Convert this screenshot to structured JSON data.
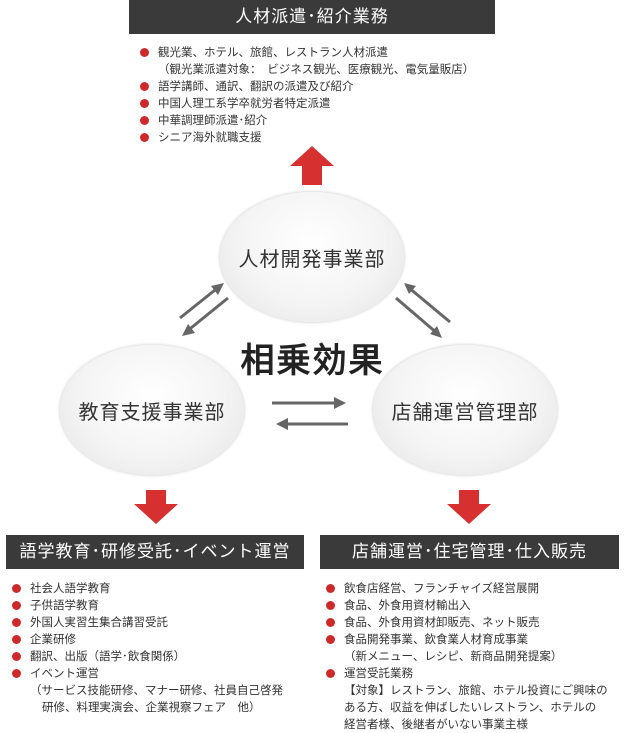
{
  "top_section": {
    "header": "人材派遣･紹介業務",
    "items": [
      "観光業、ホテル、旅館、レストラン人材派遣",
      "中国人理工系学卒就労者特定派遣",
      "語学講師、通訳、翻訳の派遣及び紹介",
      "中華調理師派遣･紹介",
      "シニア海外就職支援"
    ],
    "sub_note": "（観光業派遣対象：　ビジネス観光、医療観光、電気量販店）"
  },
  "center": {
    "top_node": "人材開発事業部",
    "left_node": "教育支援事業部",
    "right_node": "店舗運営管理部",
    "synergy": "相乗効果"
  },
  "left_section": {
    "header": "語学教育･研修受託･イベント運営",
    "items": [
      "社会人語学教育",
      "子供語学教育",
      "外国人実習生集合講習受託",
      "企業研修",
      "翻訳、出版（語学･飲食関係）",
      "イベント運営"
    ],
    "sub_note_1": "（サービス技能研修、マナー研修、社員自己啓発",
    "sub_note_2": "研修、料理実演会、企業視察フェア　他）"
  },
  "right_section": {
    "header": "店舗運営･住宅管理･仕入販売",
    "items": [
      "飲食店経営、フランチャイズ経営展開",
      "食品、外食用資材輸出入",
      "食品、外食用資材卸販売、ネット販売",
      "食品開発事業、飲食業人材育成事業",
      "運営受託業務"
    ],
    "sub_note_1": "（新メニュー、レシピ、新商品開発提案）",
    "sub_note_2": "【対象】レストラン、旅館、ホテル投資にご興味の",
    "sub_note_3": "ある方、収益を伸ばしたいレストラン、ホテルの",
    "sub_note_4": "経営者様、後継者がいない事業主様"
  },
  "colors": {
    "header_bg": "#3a3a3a",
    "bullet": "#cc2a2a",
    "block_arrow": "#d63030",
    "cycle_arrow": "#666666"
  }
}
